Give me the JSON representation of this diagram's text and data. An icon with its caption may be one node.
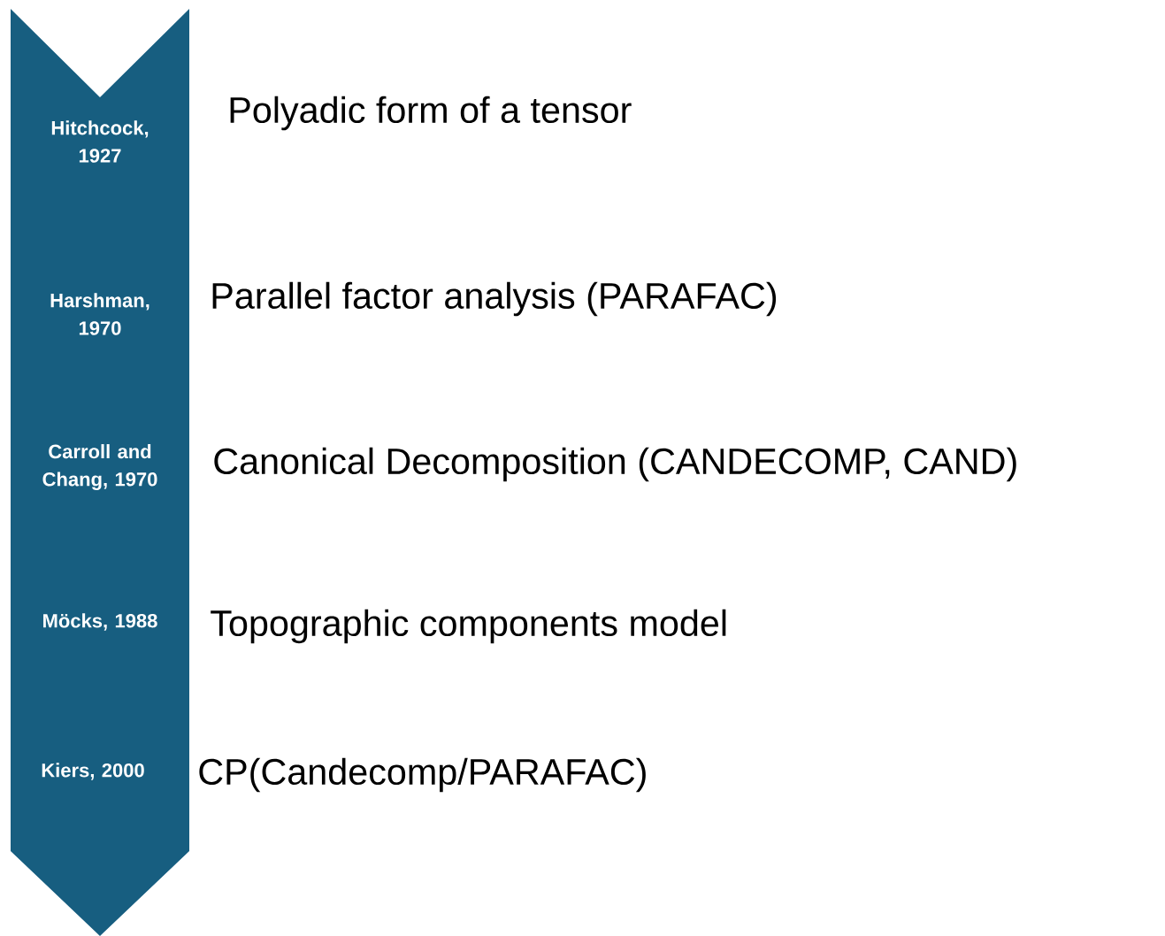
{
  "diagram": {
    "nodes": [
      {
        "text": [
          "Hitchcock, 1927",
          "Harshman, 1970",
          "Carroll and Chang, 1970",
          "Möcks, 1988",
          "Kiers, 2000"
        ]
      }
    ],
    "labels": [
      "Polyadic form of a tensor",
      "Parallel factor analysis (PARAFAC)",
      "Canonical Decomposition (CANDECOMP, CAND)",
      "Topographic components model",
      "CP(Candecomp/PARAFAC)"
    ]
  }
}
